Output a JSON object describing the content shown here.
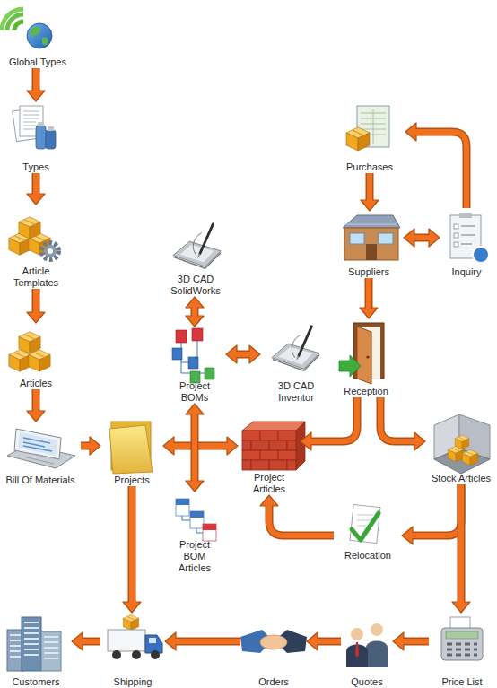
{
  "diagram": {
    "nodes": [
      {
        "text": [
          "Global Types"
        ]
      },
      {
        "text": [
          "Types"
        ]
      },
      {
        "text": [
          "Purchases"
        ]
      },
      {
        "text": [
          "Article Templates"
        ]
      },
      {
        "text": [
          "Suppliers"
        ]
      },
      {
        "text": [
          "Inquiry"
        ]
      },
      {
        "text": [
          "3D CAD SolidWorks"
        ]
      },
      {
        "text": [
          "Articles"
        ]
      },
      {
        "text": [
          "Project BOMs"
        ]
      },
      {
        "text": [
          "3D CAD Inventor"
        ]
      },
      {
        "text": [
          "Reception"
        ]
      },
      {
        "text": [
          "Bill Of Materials"
        ]
      },
      {
        "text": [
          "Projects"
        ]
      },
      {
        "text": [
          "Project Articles"
        ]
      },
      {
        "text": [
          "Stock Articles"
        ]
      },
      {
        "text": [
          "Project BOM Articles"
        ]
      },
      {
        "text": [
          "Relocation"
        ]
      },
      {
        "text": [
          "Customers"
        ]
      },
      {
        "text": [
          "Shipping"
        ]
      },
      {
        "text": [
          "Orders"
        ]
      },
      {
        "text": [
          "Quotes"
        ]
      },
      {
        "text": [
          "Price List"
        ]
      }
    ],
    "edges": [
      {
        "from": 0,
        "to": 1,
        "arrow": "to"
      },
      {
        "from": 1,
        "to": 3,
        "arrow": "to"
      },
      {
        "from": 3,
        "to": 7,
        "arrow": "to"
      },
      {
        "from": 7,
        "to": 11,
        "arrow": "to"
      },
      {
        "from": 11,
        "to": 12,
        "arrow": "to"
      },
      {
        "from": 12,
        "to": 13,
        "arrow": "both"
      },
      {
        "from": 8,
        "to": 15,
        "arrow": "both"
      },
      {
        "from": 8,
        "to": 6,
        "arrow": "both"
      },
      {
        "from": 8,
        "to": 9,
        "arrow": "both"
      },
      {
        "from": 5,
        "to": 2,
        "arrow": "to"
      },
      {
        "from": 2,
        "to": 4,
        "arrow": "to"
      },
      {
        "from": 4,
        "to": 5,
        "arrow": "both"
      },
      {
        "from": 4,
        "to": 10,
        "arrow": "to"
      },
      {
        "from": 10,
        "to": 13,
        "arrow": "to"
      },
      {
        "from": 10,
        "to": 14,
        "arrow": "to"
      },
      {
        "from": 14,
        "to": 16,
        "arrow": "to"
      },
      {
        "from": 14,
        "to": 21,
        "arrow": "to"
      },
      {
        "from": 16,
        "to": 13,
        "arrow": "to"
      },
      {
        "from": 21,
        "to": 20,
        "arrow": "to"
      },
      {
        "from": 20,
        "to": 19,
        "arrow": "to"
      },
      {
        "from": 19,
        "to": 18,
        "arrow": "to"
      },
      {
        "from": 18,
        "to": 17,
        "arrow": "to"
      },
      {
        "from": 12,
        "to": 18,
        "arrow": "to"
      }
    ]
  }
}
